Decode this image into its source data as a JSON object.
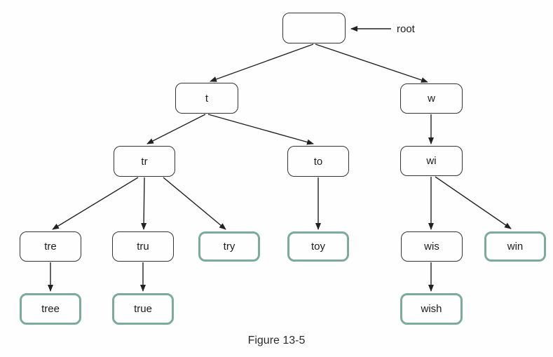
{
  "figure": {
    "caption": "Figure 13-5",
    "annotation": "root"
  },
  "colors": {
    "node_border": "#343434",
    "terminal_node_border": "#7caa9c",
    "edge": "#222222",
    "text": "#1c1c1c",
    "background": "#fefefe"
  },
  "trie": {
    "description": "Trie (prefix tree) diagram; nodes with teal borders mark complete words",
    "nodes": [
      {
        "id": "root",
        "label": "",
        "terminal": false
      },
      {
        "id": "t",
        "label": "t",
        "terminal": false
      },
      {
        "id": "w",
        "label": "w",
        "terminal": false
      },
      {
        "id": "tr",
        "label": "tr",
        "terminal": false
      },
      {
        "id": "to",
        "label": "to",
        "terminal": false
      },
      {
        "id": "wi",
        "label": "wi",
        "terminal": false
      },
      {
        "id": "tre",
        "label": "tre",
        "terminal": false
      },
      {
        "id": "tru",
        "label": "tru",
        "terminal": false
      },
      {
        "id": "try",
        "label": "try",
        "terminal": true
      },
      {
        "id": "toy",
        "label": "toy",
        "terminal": true
      },
      {
        "id": "wis",
        "label": "wis",
        "terminal": false
      },
      {
        "id": "win",
        "label": "win",
        "terminal": true
      },
      {
        "id": "tree",
        "label": "tree",
        "terminal": true
      },
      {
        "id": "true",
        "label": "true",
        "terminal": true
      },
      {
        "id": "wish",
        "label": "wish",
        "terminal": true
      }
    ],
    "edges": [
      {
        "from": "root",
        "to": "t"
      },
      {
        "from": "root",
        "to": "w"
      },
      {
        "from": "t",
        "to": "tr"
      },
      {
        "from": "t",
        "to": "to"
      },
      {
        "from": "w",
        "to": "wi"
      },
      {
        "from": "tr",
        "to": "tre"
      },
      {
        "from": "tr",
        "to": "tru"
      },
      {
        "from": "tr",
        "to": "try"
      },
      {
        "from": "to",
        "to": "toy"
      },
      {
        "from": "wi",
        "to": "wis"
      },
      {
        "from": "wi",
        "to": "win"
      },
      {
        "from": "tre",
        "to": "tree"
      },
      {
        "from": "tru",
        "to": "true"
      },
      {
        "from": "wis",
        "to": "wish"
      }
    ],
    "words": [
      "tree",
      "true",
      "try",
      "toy",
      "wish",
      "win"
    ]
  }
}
